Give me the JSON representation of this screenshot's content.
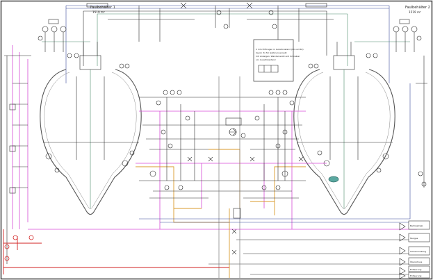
{
  "diagram": {
    "tank_left": {
      "title": "Faulbehälter 1",
      "volume": "1519 m³"
    },
    "tank_right": {
      "title": "Faulbehälter 2",
      "volume": "1519 m³"
    },
    "note_box": {
      "lines": [
        "2 mm-Triflongen in Isolationstand (90 und 60)",
        "davon 3x für Gärbrunnennetz",
        "mit Anzeigen, Wanderventil und Schreiber",
        "vor Ausstinkentanz"
      ]
    },
    "outlets": [
      "Bahnbetrieb",
      "Faulgas",
      "Schlammabzug",
      "Überschuss",
      "Entleerung",
      "Entleerung"
    ]
  },
  "colors": {
    "pipe_black": "#2a2a2a",
    "pipe_magenta": "#d64ad6",
    "pipe_red": "#d22020",
    "pipe_orange": "#d99a2b",
    "pipe_blue": "#3a4a9a",
    "pipe_green": "#4a8a6a",
    "pipe_grey": "#7a7a7a"
  }
}
